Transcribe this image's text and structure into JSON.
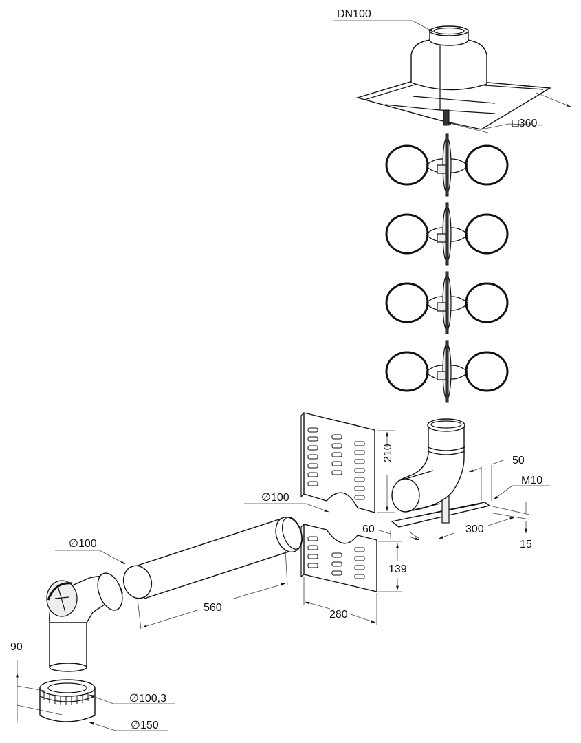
{
  "labels": {
    "dn100": "DN100",
    "square360": "□360",
    "dia100_upper": "∅100",
    "h210": "210",
    "w50": "50",
    "m10": "M10",
    "w60": "60",
    "l300": "300",
    "h15": "15",
    "h139": "139",
    "w280": "280",
    "l560": "560",
    "dia100_left": "∅100",
    "h90": "90",
    "dia100_3": "∅100,3",
    "dia150": "∅150"
  }
}
